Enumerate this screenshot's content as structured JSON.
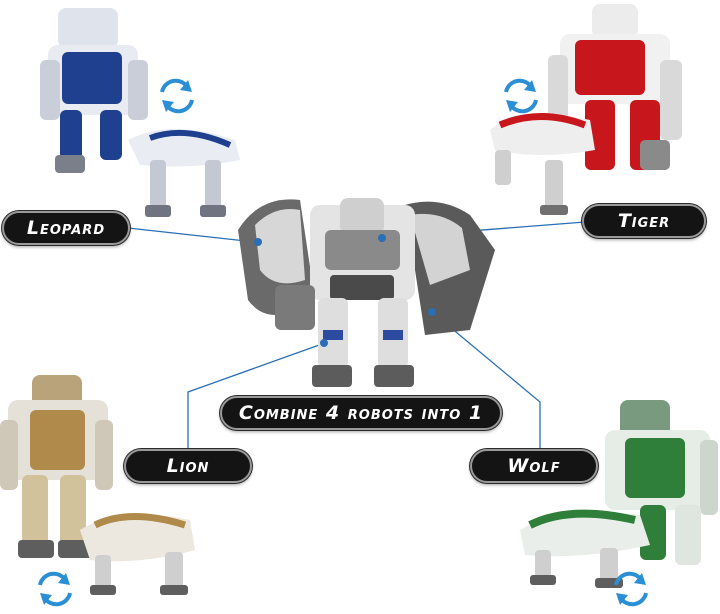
{
  "labels": {
    "leopard": "Leopard",
    "tiger": "Tiger",
    "lion": "Lion",
    "wolf": "Wolf",
    "combine": "Combine 4 robots into 1"
  },
  "icons": {
    "swap": "rotate-arrows-icon"
  },
  "colors": {
    "leopard": "#1f3f8f",
    "tiger": "#c8161d",
    "lion": "#b08a4a",
    "wolf": "#2f7f3a",
    "combined": "#5a5a5a",
    "connector": "#2a6fb5",
    "arrow": "#2b8fd6"
  }
}
